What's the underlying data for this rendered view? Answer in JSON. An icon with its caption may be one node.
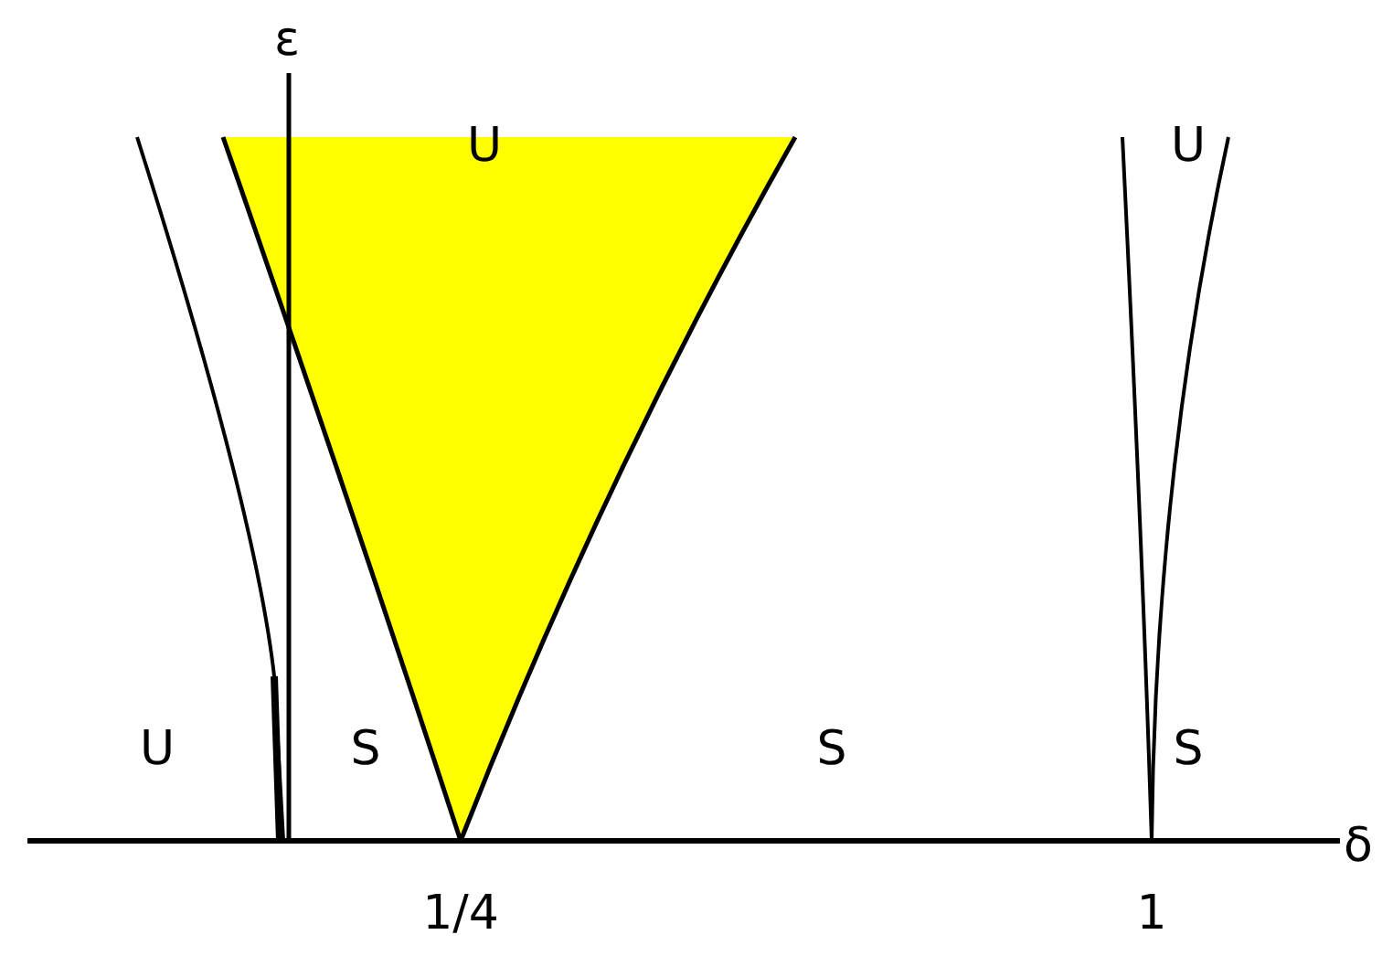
{
  "diagram": {
    "labels": [
      "ε",
      "U",
      "U",
      "U",
      "S",
      "S",
      "S",
      "δ",
      "1/4",
      "1"
    ]
  }
}
